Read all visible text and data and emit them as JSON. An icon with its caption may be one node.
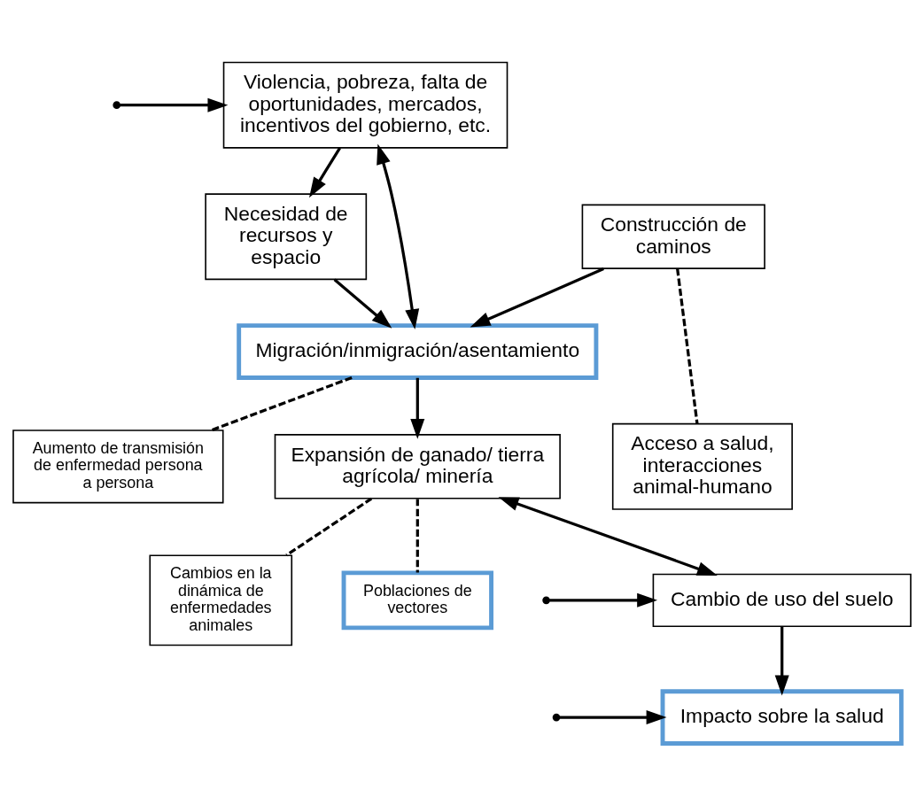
{
  "diagram": {
    "nodes": [
      {
        "text": [
          "Violencia, pobreza, falta de oportunidades, mercados, incentivos del gobierno, etc."
        ]
      },
      {
        "text": [
          "Necesidad de recursos y espacio"
        ]
      },
      {
        "text": [
          "Construcción de caminos"
        ]
      },
      {
        "text": [
          "Migración/inmigración/asentamiento"
        ]
      },
      {
        "text": [
          "Acceso a salud, interacciones animal-humano"
        ]
      },
      {
        "text": [
          "Aumento de transmisión de enfermedad persona a persona"
        ]
      },
      {
        "text": [
          "Expansión de ganado/ tierra agrícola/ minería"
        ]
      },
      {
        "text": [
          "Cambios en la dinámica de enfermedades animales"
        ]
      },
      {
        "text": [
          "Poblaciones de vectores"
        ]
      },
      {
        "text": [
          "Cambio de uso del suelo"
        ]
      },
      {
        "text": [
          "Impacto sobre la salud"
        ]
      }
    ],
    "edges": [
      {
        "from": 0,
        "to": 1,
        "arrow": "to"
      },
      {
        "from": 0,
        "to": 3,
        "arrow": "both"
      },
      {
        "from": 2,
        "to": 3,
        "arrow": "to"
      },
      {
        "from": 1,
        "to": 3,
        "arrow": "to"
      },
      {
        "from": 2,
        "to": 4,
        "arrow": "none",
        "style": "dashed"
      },
      {
        "from": 3,
        "to": 5,
        "arrow": "none",
        "style": "dashed"
      },
      {
        "from": 3,
        "to": 6,
        "arrow": "to"
      },
      {
        "from": 6,
        "to": 7,
        "arrow": "none",
        "style": "dashed"
      },
      {
        "from": 6,
        "to": 8,
        "arrow": "none",
        "style": "dashed"
      },
      {
        "from": 6,
        "to": 9,
        "arrow": "both"
      },
      {
        "from": 9,
        "to": 10,
        "arrow": "to"
      },
      {
        "from": null,
        "to": 0,
        "arrow": "to"
      },
      {
        "from": null,
        "to": 9,
        "arrow": "to"
      },
      {
        "from": null,
        "to": 10,
        "arrow": "to"
      }
    ]
  }
}
